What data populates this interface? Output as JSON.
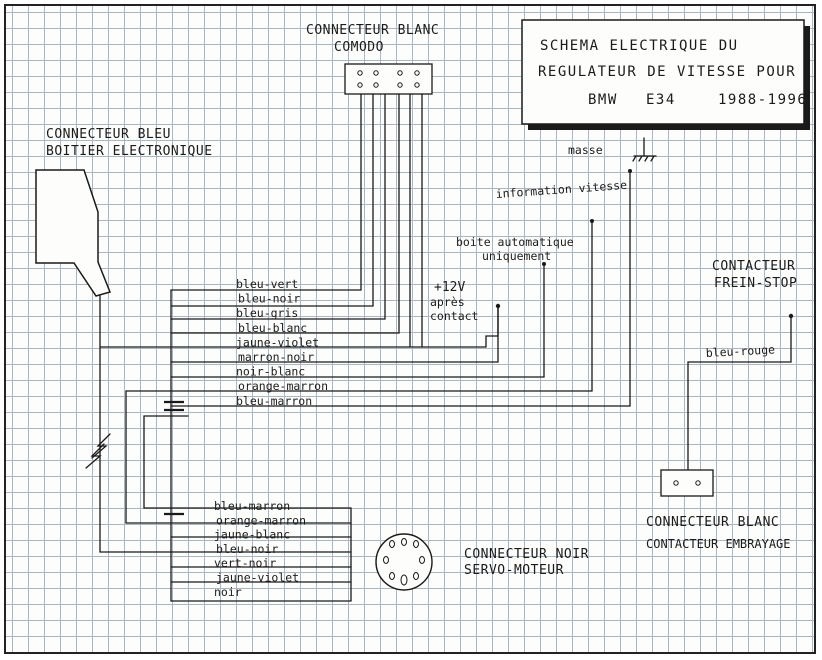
{
  "title_block": {
    "line1": "SCHEMA ELECTRIQUE DU",
    "line2": "REGULATEUR DE VITESSE POUR",
    "line3a": "BMW",
    "line3b": "E34",
    "line3c": "1988-1996"
  },
  "connectors": {
    "comodo": {
      "line1": "CONNECTEUR BLANC",
      "line2": "COMODO"
    },
    "ecu": {
      "line1": "CONNECTEUR BLEU",
      "line2": "BOITIER ELECTRONIQUE"
    },
    "brake": {
      "line1": "CONTACTEUR",
      "line2": "FREIN-STOP"
    },
    "clutch": {
      "line1": "CONNECTEUR BLANC",
      "line2": "CONTACTEUR EMBRAYAGE"
    },
    "servo": {
      "line1": "CONNECTEUR NOIR",
      "line2": "SERVO-MOTEUR"
    }
  },
  "signals": {
    "masse": "masse",
    "info_vitesse": "information vitesse",
    "boite_auto_1": "boite automatique",
    "boite_auto_2": "uniquement",
    "plus12_1": "+12V",
    "plus12_2": "après",
    "plus12_3": "contact",
    "brake_wire": "bleu-rouge"
  },
  "upper_wires": [
    "bleu-vert",
    "bleu-noir",
    "bleu-gris",
    "bleu-blanc",
    "jaune-violet",
    "marron-noir",
    "noir-blanc",
    "orange-marron",
    "bleu-marron"
  ],
  "servo_wires": [
    "bleu-marron",
    "orange-marron",
    "jaune-blanc",
    "bleu-noir",
    "vert-noir",
    "jaune-violet",
    "noir"
  ]
}
